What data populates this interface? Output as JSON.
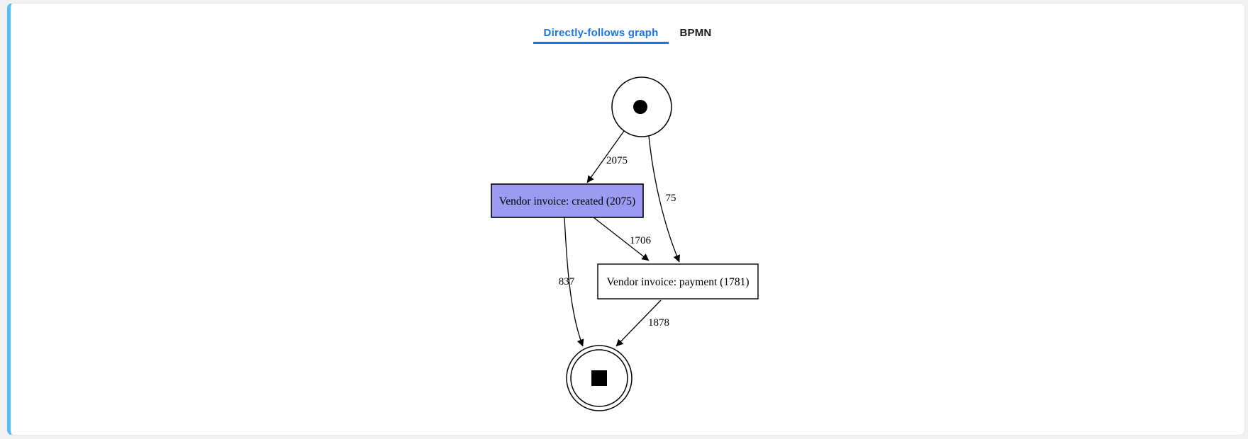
{
  "tabs": {
    "dfg": {
      "label": "Directly-follows graph",
      "active": true
    },
    "bpmn": {
      "label": "BPMN",
      "active": false
    }
  },
  "colors": {
    "active_tab": "#1a73e8",
    "inactive_tab": "#1a1a1a",
    "card_accent": "#53bdf8",
    "card_border": "#e8e8e8",
    "page_background": "#f1f1f1",
    "node_highlight_fill": "#9b9bf2",
    "node_fill": "#ffffff",
    "graph_stroke": "#000000"
  },
  "graph": {
    "type": "directly-follows-graph",
    "nodes": {
      "start": {
        "type": "start-event"
      },
      "created": {
        "label": "Vendor invoice: created (2075)",
        "count": 2075,
        "highlighted": true
      },
      "payment": {
        "label": "Vendor invoice: payment (1781)",
        "count": 1781,
        "highlighted": false
      },
      "end": {
        "type": "end-event"
      }
    },
    "edges": [
      {
        "from": "start",
        "to": "created",
        "label": "2075"
      },
      {
        "from": "start",
        "to": "payment",
        "label": "75"
      },
      {
        "from": "created",
        "to": "payment",
        "label": "1706"
      },
      {
        "from": "created",
        "to": "end",
        "label": "837"
      },
      {
        "from": "payment",
        "to": "end",
        "label": "1878"
      }
    ]
  }
}
